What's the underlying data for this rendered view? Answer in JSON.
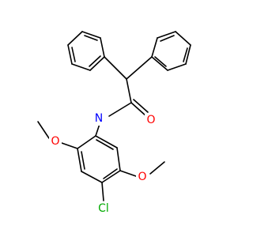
{
  "molecule": {
    "atoms": {
      "nitrogen": {
        "symbol": "N",
        "color": "#0000ff"
      },
      "oxygen_carbonyl": {
        "symbol": "O",
        "color": "#ff0000"
      },
      "oxygen_methoxy_upper": {
        "symbol": "O",
        "color": "#ff0000"
      },
      "oxygen_methoxy_lower": {
        "symbol": "O",
        "color": "#ff0000"
      },
      "chlorine": {
        "symbol": "Cl",
        "color": "#00aa00"
      }
    },
    "bond_color": "#000000"
  }
}
